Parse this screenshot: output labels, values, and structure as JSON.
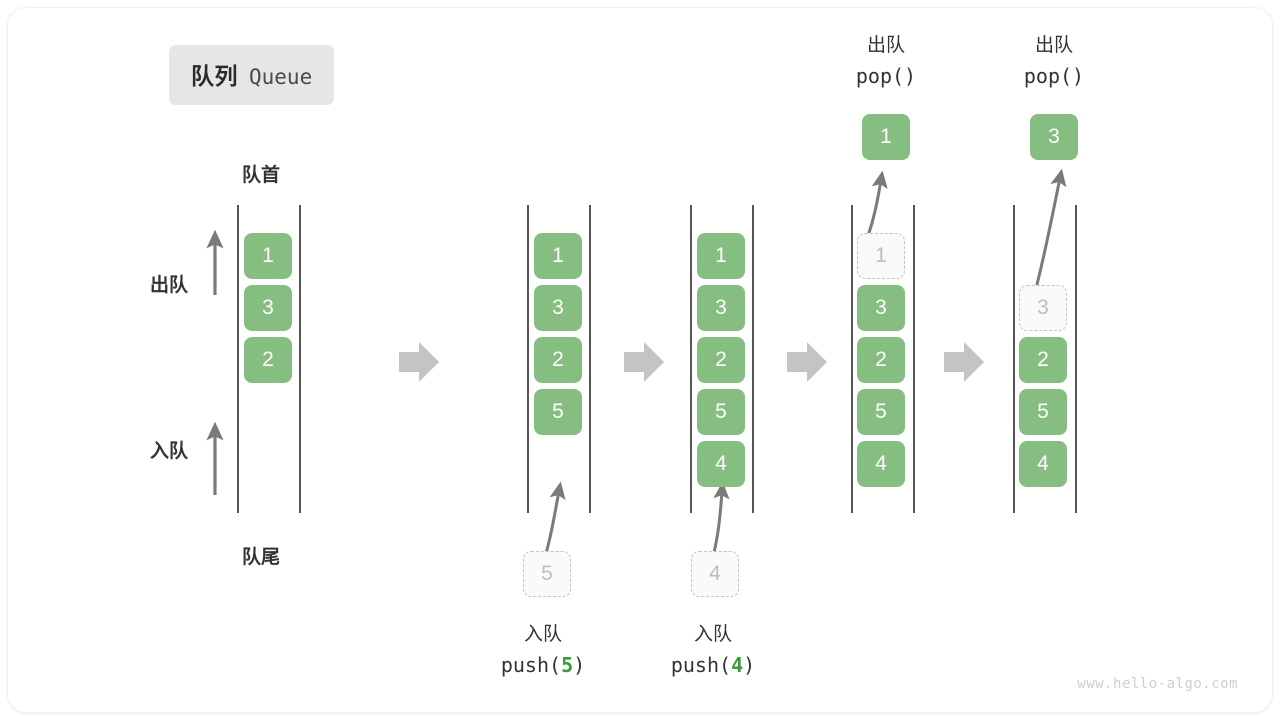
{
  "title": {
    "cn": "队列",
    "en": "Queue"
  },
  "labels": {
    "front": "队首",
    "rear": "队尾",
    "dequeue": "出队",
    "enqueue": "入队"
  },
  "captions": {
    "push5": {
      "cn": "入队",
      "fn": "push(",
      "arg": "5",
      "close": ")"
    },
    "push4": {
      "cn": "入队",
      "fn": "push(",
      "arg": "4",
      "close": ")"
    },
    "pop1": {
      "cn": "出队",
      "fn": "pop()"
    },
    "pop2": {
      "cn": "出队",
      "fn": "pop()"
    }
  },
  "colors": {
    "accent_green": "#86bd81",
    "ghost_border": "#c4c4c4",
    "ghost_text": "#bdbdbd",
    "rail": "#555555",
    "arrow": "#7a7a7a",
    "step_arrow": "#c4c4c4",
    "badge_bg": "#e6e6e6",
    "text": "#333333"
  },
  "columns": [
    {
      "name": "initial-queue",
      "boxes": [
        {
          "value": "1",
          "ghost": false
        },
        {
          "value": "3",
          "ghost": false
        },
        {
          "value": "2",
          "ghost": false
        }
      ]
    },
    {
      "name": "after-push-5",
      "boxes": [
        {
          "value": "1",
          "ghost": false
        },
        {
          "value": "3",
          "ghost": false
        },
        {
          "value": "2",
          "ghost": false
        },
        {
          "value": "5",
          "ghost": false
        }
      ],
      "incoming": {
        "value": "5",
        "ghost": true
      }
    },
    {
      "name": "after-push-4",
      "boxes": [
        {
          "value": "1",
          "ghost": false
        },
        {
          "value": "3",
          "ghost": false
        },
        {
          "value": "2",
          "ghost": false
        },
        {
          "value": "5",
          "ghost": false
        },
        {
          "value": "4",
          "ghost": false
        }
      ],
      "incoming": {
        "value": "4",
        "ghost": true
      }
    },
    {
      "name": "after-pop-1",
      "boxes": [
        {
          "value": "1",
          "ghost": true
        },
        {
          "value": "3",
          "ghost": false
        },
        {
          "value": "2",
          "ghost": false
        },
        {
          "value": "5",
          "ghost": false
        },
        {
          "value": "4",
          "ghost": false
        }
      ],
      "popped": {
        "value": "1",
        "ghost": false
      }
    },
    {
      "name": "after-pop-3",
      "boxes": [
        {
          "value": "3",
          "ghost": true
        },
        {
          "value": "2",
          "ghost": false
        },
        {
          "value": "5",
          "ghost": false
        },
        {
          "value": "4",
          "ghost": false
        }
      ],
      "popped": {
        "value": "3",
        "ghost": false
      }
    }
  ],
  "watermark": "www.hello-algo.com"
}
